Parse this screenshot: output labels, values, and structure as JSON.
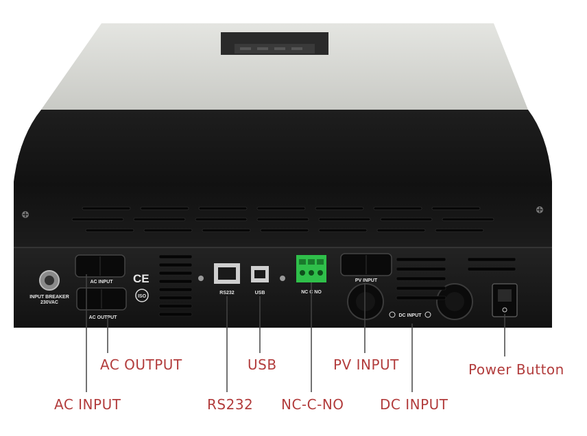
{
  "panel_labels": {
    "input_breaker_line1": "INPUT BREAKER",
    "input_breaker_line2": "230VAC",
    "ac_input": "AC INPUT",
    "ac_output": "AC OUTPUT",
    "rs232": "RS232",
    "usb": "USB",
    "nc_c_no": "NC  C  NO",
    "pv_input": "PV INPUT",
    "dc_input": "DC INPUT",
    "ce_mark": "CE",
    "iso_mark": "ISO"
  },
  "callouts": {
    "ac_input": "AC INPUT",
    "ac_output": "AC OUTPUT",
    "rs232": "RS232",
    "usb": "USB",
    "pv_input": "PV INPUT",
    "nc_c_no": "NC-C-NO",
    "dc_input": "DC INPUT",
    "power_button": "Power Button"
  },
  "colors": {
    "callout_text": "#b23c3c",
    "body_black": "#151515",
    "top_grey": "#d3d4cf",
    "terminal_green": "#2fbf4a"
  }
}
